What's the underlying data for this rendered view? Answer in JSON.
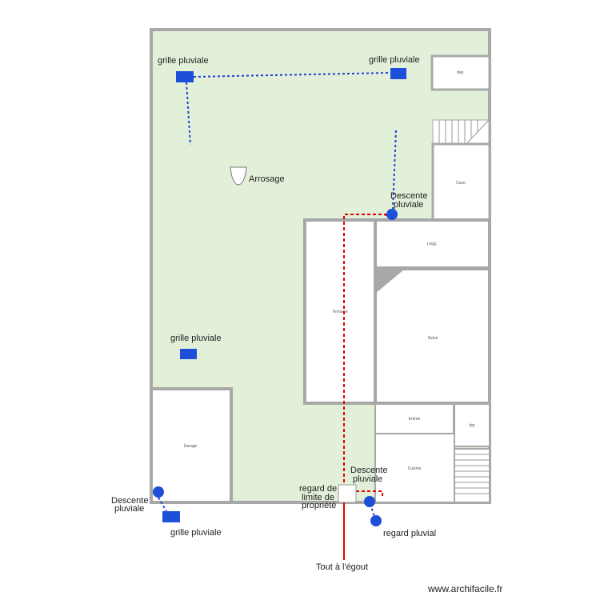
{
  "labels": {
    "grille_top_left": "grille pluviale",
    "grille_top_right": "grille pluviale",
    "grille_middle": "grille pluviale",
    "grille_bottom": "grille pluviale",
    "arrosage": "Arrosage",
    "descente_top": [
      "Descente",
      "pluviale"
    ],
    "descente_bottom": [
      "Descente",
      "pluviale"
    ],
    "descente_left": [
      "Descente",
      "pluviale"
    ],
    "regard_limite": [
      "regard de",
      "limite de",
      "propriété"
    ],
    "regard_pluvial": "regard pluvial",
    "egout": "Tout à l'égout",
    "watermark": "www.archifacile.fr"
  },
  "rooms": {
    "dep": "dep.",
    "cave": "Cave",
    "logg": "Logg.",
    "terrasse": "Terrasse",
    "salon": "Salon",
    "entree": "Entrée",
    "dg": "dgt",
    "cuisine": "Cuisine",
    "garage": "Garage"
  },
  "colors": {
    "garden": "#e2efd9",
    "wall": "#a8a8a8",
    "room": "#ffffff",
    "rain_pipe": "#1f3fd6",
    "sewer_pipe": "#e00000",
    "grille_fill": "#1d4fd8",
    "text": "#222222"
  }
}
